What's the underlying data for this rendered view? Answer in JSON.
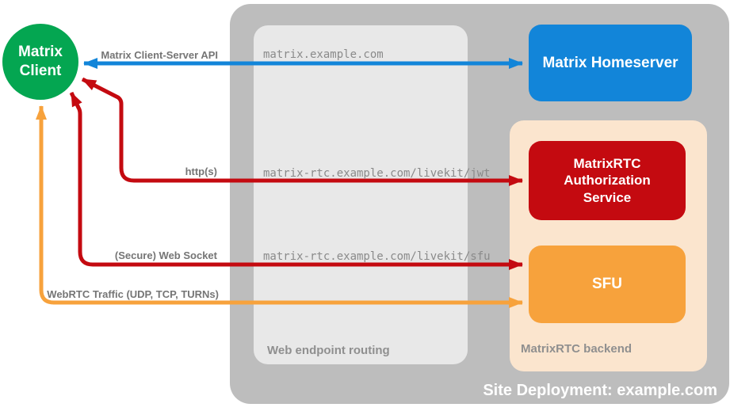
{
  "colors": {
    "client_green": "#04a651",
    "homeserver_blue": "#1285d9",
    "service_red": "#c40a10",
    "sfu_orange": "#f7a23c",
    "backend_peach": "#fbe5ce",
    "container_gray": "#bdbdbd",
    "routing_panel_gray": "#e8e8e8",
    "label_gray": "#757575"
  },
  "client": {
    "label": "Matrix\nClient"
  },
  "homeserver": {
    "label": "Matrix Homeserver"
  },
  "auth_service": {
    "label": "MatrixRTC Authorization Service"
  },
  "sfu": {
    "label": "SFU"
  },
  "routing_panel": {
    "caption": "Web endpoint routing",
    "endpoints": {
      "homeserver": "matrix.example.com",
      "jwt": "matrix-rtc.example.com/livekit/jwt",
      "sfu": "matrix-rtc.example.com/livekit/sfu"
    }
  },
  "backend_panel": {
    "caption": "MatrixRTC backend"
  },
  "site": {
    "caption": "Site Deployment: example.com"
  },
  "edges": {
    "client_server_api": {
      "label": "Matrix Client-Server API"
    },
    "https": {
      "label": "http(s)"
    },
    "websocket": {
      "label": "(Secure) Web Socket"
    },
    "webrtc": {
      "label": "WebRTC Traffic (UDP, TCP, TURNs)"
    }
  }
}
